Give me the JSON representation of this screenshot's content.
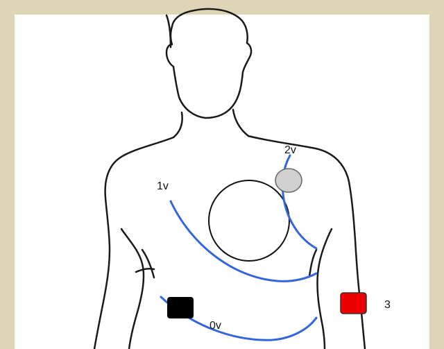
{
  "diagram": {
    "labels": {
      "potential_1": "1v",
      "potential_2": "2v",
      "potential_0": "0v",
      "marker_3": "3"
    },
    "colors": {
      "background": "#ddd5b5",
      "panel": "#ffffff",
      "body_outline": "#1a1a1a",
      "equipotential_line": "#3366dd",
      "gray_electrode": "#d0d0d0",
      "black_electrode": "#000000",
      "red_electrode": "#ee0000"
    }
  }
}
